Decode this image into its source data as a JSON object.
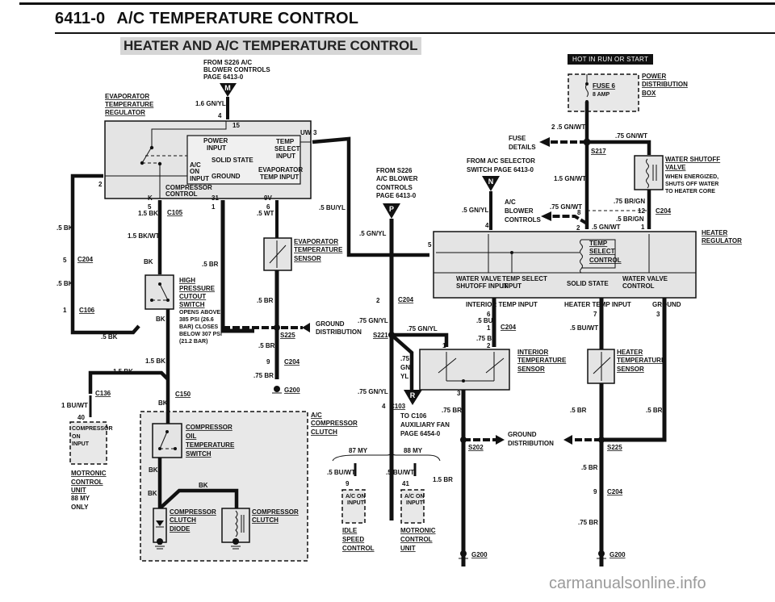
{
  "header": {
    "code": "6411-0",
    "title": "A/C TEMPERATURE CONTROL",
    "subtitle": "HEATER AND A/C TEMPERATURE CONTROL"
  },
  "badge": "HOT IN RUN OR START",
  "watermark": "carmanualsonline.info",
  "components": {
    "evap_regulator": [
      "EVAPORATOR",
      "TEMPERATURE",
      "REGULATOR"
    ],
    "evap_reg_inner": {
      "power": [
        "POWER",
        "INPUT"
      ],
      "solid_state": "SOLID STATE",
      "temp_select": [
        "TEMP",
        "SELECT",
        "INPUT"
      ],
      "ac_on": [
        "A/C",
        "ON",
        "INPUT"
      ],
      "ground": "GROUND",
      "evap_temp": [
        "EVAPORATOR",
        "TEMP INPUT"
      ],
      "compressor_control": [
        "COMPRESSOR",
        "CONTROL"
      ]
    },
    "evap_sensor": [
      "EVAPORATOR",
      "TEMPERATURE",
      "SENSOR"
    ],
    "hp_switch": [
      "HIGH",
      "PRESSURE",
      "CUTOUT",
      "SWITCH"
    ],
    "hp_switch_note": [
      "OPENS ABOVE",
      "385 PSI (26.6",
      "BAR) CLOSES",
      "BELOW 307 PSI",
      "(21.2 BAR)"
    ],
    "power_box": [
      "POWER",
      "DISTRIBUTION",
      "BOX"
    ],
    "fuse": [
      "FUSE 6",
      "8 AMP"
    ],
    "fuse_details": [
      "FUSE",
      "DETAILS"
    ],
    "water_valve": [
      "WATER SHUTOFF",
      "VALVE"
    ],
    "water_valve_note": [
      "WHEN ENERGIZED,",
      "SHUTS OFF WATER",
      "TO HEATER CORE"
    ],
    "heater_regulator": [
      "HEATER",
      "REGULATOR"
    ],
    "heater_reg_inner": {
      "temp_select_control": [
        "TEMP",
        "SELECT",
        "CONTROL"
      ],
      "water_valve_shutoff": [
        "WATER VALVE",
        "SHUTOFF INPUT"
      ],
      "temp_select_input": [
        "TEMP SELECT",
        "INPUT"
      ],
      "solid_state": "SOLID STATE",
      "water_valve_control": [
        "WATER VALVE",
        "CONTROL"
      ],
      "interior_temp": "INTERIOR TEMP INPUT",
      "heater_temp": "HEATER TEMP INPUT",
      "ground": "GROUND"
    },
    "interior_sensor": [
      "INTERIOR",
      "TEMPERATURE",
      "SENSOR"
    ],
    "heater_sensor": [
      "HEATER",
      "TEMPERATURE",
      "SENSOR"
    ],
    "ac_compressor_clutch": [
      "A/C",
      "COMPRESSOR",
      "CLUTCH"
    ],
    "oil_temp_switch": [
      "COMPRESSOR",
      "OIL",
      "TEMPERATURE",
      "SWITCH"
    ],
    "clutch_diode": [
      "COMPRESSOR",
      "CLUTCH",
      "DIODE"
    ],
    "clutch": [
      "COMPRESSOR",
      "CLUTCH"
    ],
    "motronic_left": {
      "box": [
        "COMPRESSOR",
        "ON",
        "INPUT"
      ],
      "label": [
        "MOTRONIC",
        "CONTROL",
        "UNIT"
      ],
      "note": [
        "88 MY",
        "ONLY"
      ]
    },
    "idle_speed": {
      "box": [
        "A/C ON",
        "INPUT"
      ],
      "label": [
        "IDLE",
        "SPEED",
        "CONTROL"
      ]
    },
    "motronic_right": {
      "box": [
        "A/C ON",
        "INPUT"
      ],
      "label": [
        "MOTRONIC",
        "CONTROL",
        "UNIT"
      ]
    },
    "ground_distribution": [
      "GROUND",
      "DISTRIBUTION"
    ],
    "ac_blower_controls": [
      "A/C",
      "BLOWER",
      "CONTROLS"
    ]
  },
  "references": {
    "M": {
      "letter": "M",
      "text": [
        "FROM S226 A/C",
        "BLOWER CONTROLS",
        "PAGE 6413-0"
      ]
    },
    "P": {
      "letter": "P",
      "text": [
        "FROM S226",
        "A/C BLOWER",
        "CONTROLS",
        "PAGE 6413-0"
      ]
    },
    "N": {
      "letter": "N",
      "text": [
        "FROM A/C SELECTOR",
        "SWITCH PAGE 6413-0"
      ]
    },
    "R": {
      "letter": "R",
      "text": [
        "TO C106",
        "AUXILIARY FAN",
        "PAGE 6454-0"
      ]
    }
  },
  "model_years": [
    "87 MY",
    "88 MY"
  ],
  "wires": {
    "w_16gnyl": "1.6 GN/YL",
    "w_15bk": "1.5 BK",
    "w_15bkwt": "1.5 BK/WT",
    "w_5wt": ".5 WT",
    "w_5buyl": ".5 BU/YL",
    "w_5gnyl": ".5 GN/YL",
    "w_5bk": ".5 BK",
    "w_bk": "BK",
    "w_5br": ".5 BR",
    "w_75br": ".75 BR",
    "w_1buwt": "1 BU/WT",
    "w_25gnwt": "2 .5 GN/WT",
    "w_75gnwt": ".75 GN/WT",
    "w_15gnwt": "1.5 GN/WT",
    "w_5gnwt": ".5 GN/WT",
    "w_75brgn": ".75 BR/GN",
    "w_5brgn": ".5 BR/GN",
    "w_75gnyl": ".75 GN/YL",
    "w_75gnyl_stack": [
      ".75",
      "GN/",
      "YL"
    ],
    "w_5bu": ".5 BU",
    "w_75bu": ".75 BU",
    "w_5buwt": ".5 BU/WT",
    "w_15br": "1.5 BR"
  },
  "connectors": {
    "C105": "C105",
    "C106": "C106",
    "C204": "C204",
    "C136": "C136",
    "C150": "C150",
    "C103": "C103",
    "S225": "S225",
    "S221": "S221",
    "S217": "S217",
    "S202": "S202",
    "G200": "G200"
  },
  "pins": {
    "p4": "4",
    "p15": "15",
    "pUW": "UW",
    "p3": "3",
    "p2": "2",
    "pK": "K",
    "p5": "5",
    "p31": "31",
    "p1": "1",
    "p9V": "9V",
    "p6": "6",
    "p9": "9",
    "p40": "40",
    "p41": "41",
    "p8": "8",
    "p12": "12",
    "p7": "7"
  }
}
